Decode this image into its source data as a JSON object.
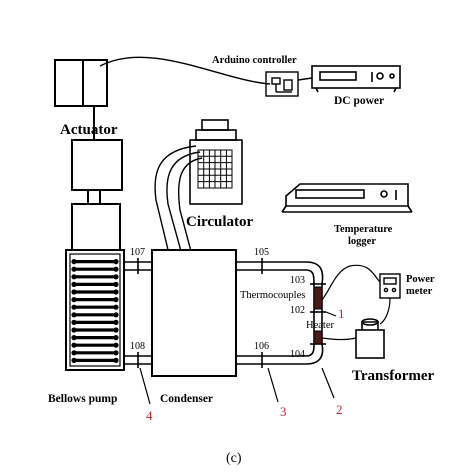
{
  "labels": {
    "actuator": "Actuator",
    "arduino": "Arduino controller",
    "dc_power": "DC power",
    "circulator": "Circulator",
    "temperature_logger_line1": "Temperature",
    "temperature_logger_line2": "logger",
    "power_meter_line1": "Power",
    "power_meter_line2": "meter",
    "thermocouples": "Thermocouples",
    "heater": "Heater",
    "transformer": "Transformer",
    "bellows_pump": "Bellows pump",
    "condenser": "Condenser",
    "caption": "(c)"
  },
  "thermocouple_ids": {
    "t103": "103",
    "t102": "102",
    "t104": "104",
    "t105": "105",
    "t106": "106",
    "t107": "107",
    "t108": "108"
  },
  "point_markers": {
    "p1": "1",
    "p2": "2",
    "p3": "3",
    "p4": "4"
  },
  "colors": {
    "line": "#000000",
    "marker_red": "#c0282f",
    "heater_fill": "#4a1a1a"
  }
}
